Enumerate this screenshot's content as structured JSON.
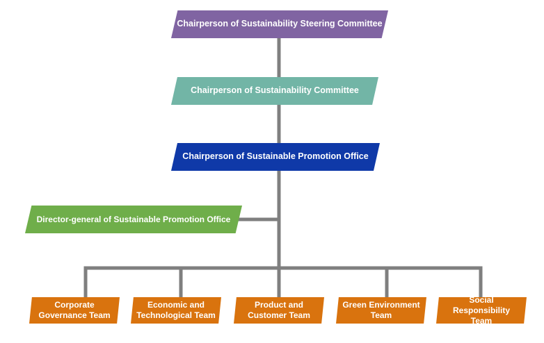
{
  "colors": {
    "steering": "#8064a2",
    "committee": "#72b5a6",
    "promotion": "#0f39a8",
    "director": "#6fae4a",
    "team": "#d9730e",
    "connector": "#7f7f7f"
  },
  "nodes": {
    "steering": "Chairperson of Sustainability Steering Committee",
    "committee": "Chairperson of Sustainability Committee",
    "promotion": "Chairperson of Sustainable Promotion Office",
    "director": "Director-general of Sustainable Promotion Office"
  },
  "teams": [
    {
      "line1": "Corporate",
      "line2": "Governance Team"
    },
    {
      "line1": "Economic and",
      "line2": "Technological Team"
    },
    {
      "line1": "Product and",
      "line2": "Customer Team"
    },
    {
      "line1": "Green Environment",
      "line2": "Team"
    },
    {
      "line1": "Social Responsibility",
      "line2": "Team"
    }
  ]
}
